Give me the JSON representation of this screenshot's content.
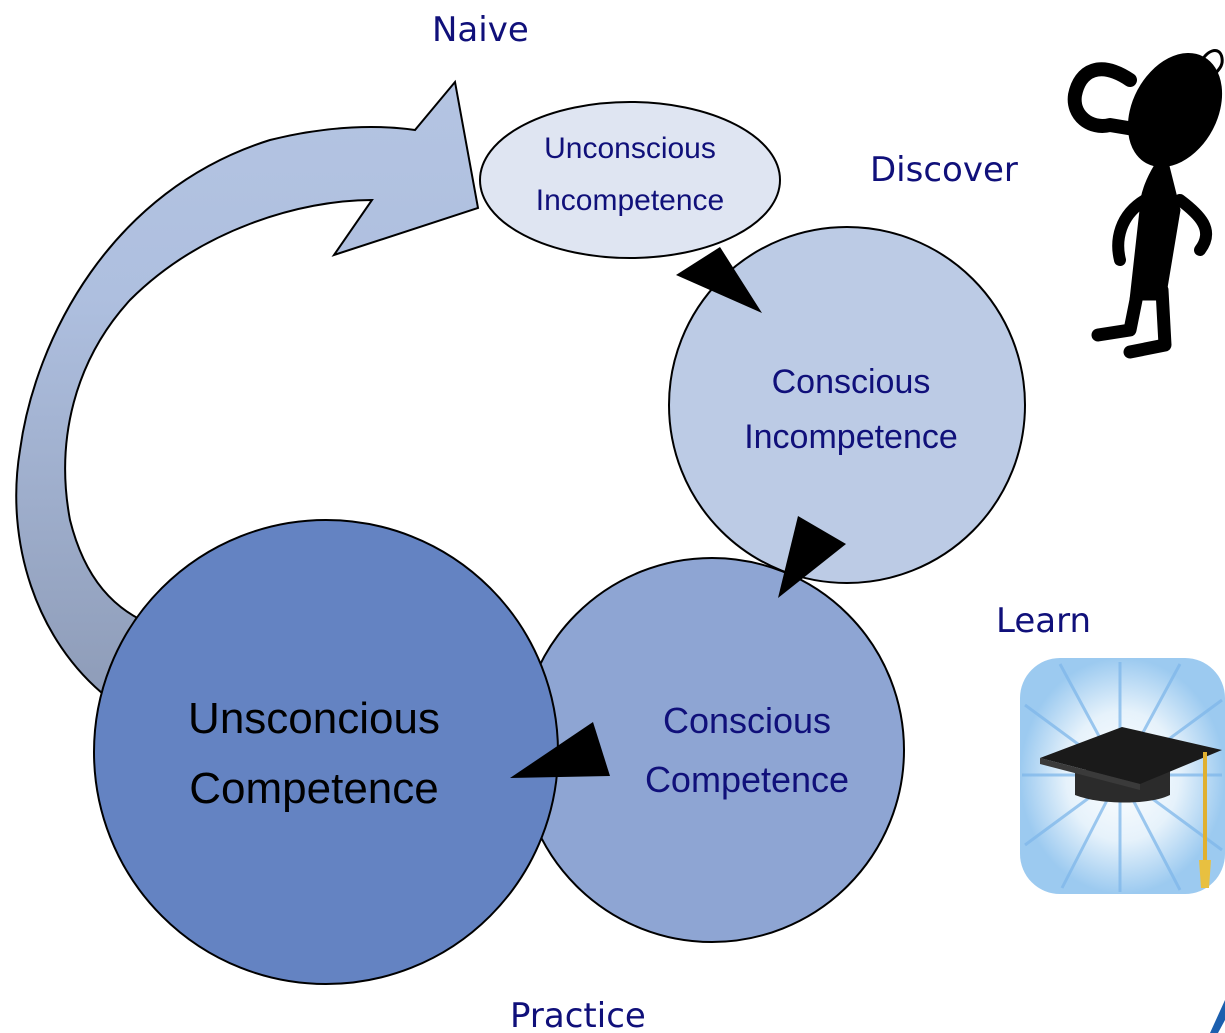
{
  "stage_labels": {
    "naive": "Naive",
    "discover": "Discover",
    "learn": "Learn",
    "practice": "Practice"
  },
  "nodes": {
    "unconscious_incompetence": {
      "line1": "Unconscious",
      "line2": "Incompetence",
      "fill": "#dfe5f2"
    },
    "conscious_incompetence": {
      "line1": "Conscious",
      "line2": "Incompetence",
      "fill": "#bccbe5"
    },
    "conscious_competence": {
      "line1": "Conscious",
      "line2": "Competence",
      "fill": "#8ea5d3"
    },
    "unconscious_competence": {
      "line1": "Unsconcious",
      "line2": "Competence",
      "fill": "#6483c2"
    }
  },
  "colors": {
    "label_text": "#10107a",
    "cycle_arrow_light": "#b4c4e2",
    "cycle_arrow_dark": "#8e9cb8",
    "node_text_dark": "#10107a",
    "node_text_strong": "#000000"
  },
  "icons": [
    "thinking-person-icon",
    "graduation-cap-icon",
    "logo-mark-icon"
  ]
}
